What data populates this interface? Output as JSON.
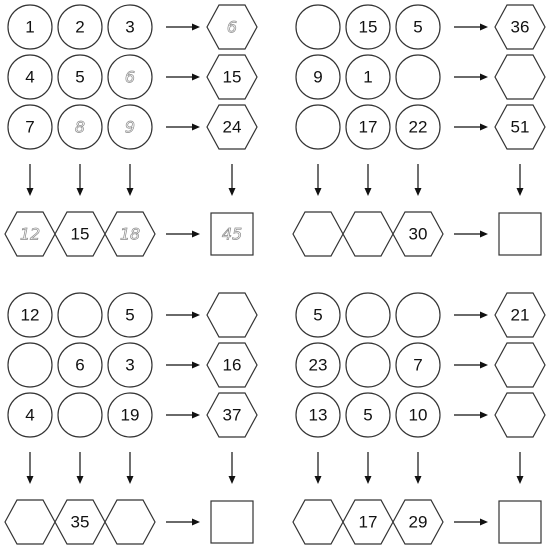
{
  "puzzles": [
    {
      "name": "top-left",
      "grid": [
        [
          {
            "v": "1"
          },
          {
            "v": "2"
          },
          {
            "v": "3"
          }
        ],
        [
          {
            "v": "4"
          },
          {
            "v": "5"
          },
          {
            "v": "6",
            "hint": true
          }
        ],
        [
          {
            "v": "7"
          },
          {
            "v": "8",
            "hint": true
          },
          {
            "v": "9",
            "hint": true
          }
        ]
      ],
      "row_sums": [
        {
          "v": "6",
          "hint": true
        },
        {
          "v": "15"
        },
        {
          "v": "24"
        }
      ],
      "col_sums": [
        {
          "v": "12",
          "hint": true
        },
        {
          "v": "15"
        },
        {
          "v": "18",
          "hint": true
        }
      ],
      "total": {
        "v": "45",
        "hint": true
      }
    },
    {
      "name": "top-right",
      "grid": [
        [
          {
            "v": ""
          },
          {
            "v": "15"
          },
          {
            "v": "5"
          }
        ],
        [
          {
            "v": "9"
          },
          {
            "v": "1"
          },
          {
            "v": ""
          }
        ],
        [
          {
            "v": ""
          },
          {
            "v": "17"
          },
          {
            "v": "22"
          }
        ]
      ],
      "row_sums": [
        {
          "v": "36"
        },
        {
          "v": ""
        },
        {
          "v": "51"
        }
      ],
      "col_sums": [
        {
          "v": ""
        },
        {
          "v": ""
        },
        {
          "v": "30"
        }
      ],
      "total": {
        "v": ""
      }
    },
    {
      "name": "bottom-left",
      "grid": [
        [
          {
            "v": "12"
          },
          {
            "v": ""
          },
          {
            "v": "5"
          }
        ],
        [
          {
            "v": ""
          },
          {
            "v": "6"
          },
          {
            "v": "3"
          }
        ],
        [
          {
            "v": "4"
          },
          {
            "v": ""
          },
          {
            "v": "19"
          }
        ]
      ],
      "row_sums": [
        {
          "v": ""
        },
        {
          "v": "16"
        },
        {
          "v": "37"
        }
      ],
      "col_sums": [
        {
          "v": ""
        },
        {
          "v": "35"
        },
        {
          "v": ""
        }
      ],
      "total": {
        "v": ""
      }
    },
    {
      "name": "bottom-right",
      "grid": [
        [
          {
            "v": "5"
          },
          {
            "v": ""
          },
          {
            "v": ""
          }
        ],
        [
          {
            "v": "23"
          },
          {
            "v": ""
          },
          {
            "v": "7"
          }
        ],
        [
          {
            "v": "13"
          },
          {
            "v": "5"
          },
          {
            "v": "10"
          }
        ]
      ],
      "row_sums": [
        {
          "v": "21"
        },
        {
          "v": ""
        },
        {
          "v": ""
        }
      ],
      "col_sums": [
        {
          "v": ""
        },
        {
          "v": "17"
        },
        {
          "v": "29"
        }
      ],
      "total": {
        "v": ""
      }
    }
  ],
  "colors": {
    "stroke": "#333333",
    "text": "#111111",
    "hint_outline": "#8a8a8a",
    "background": "#ffffff"
  }
}
